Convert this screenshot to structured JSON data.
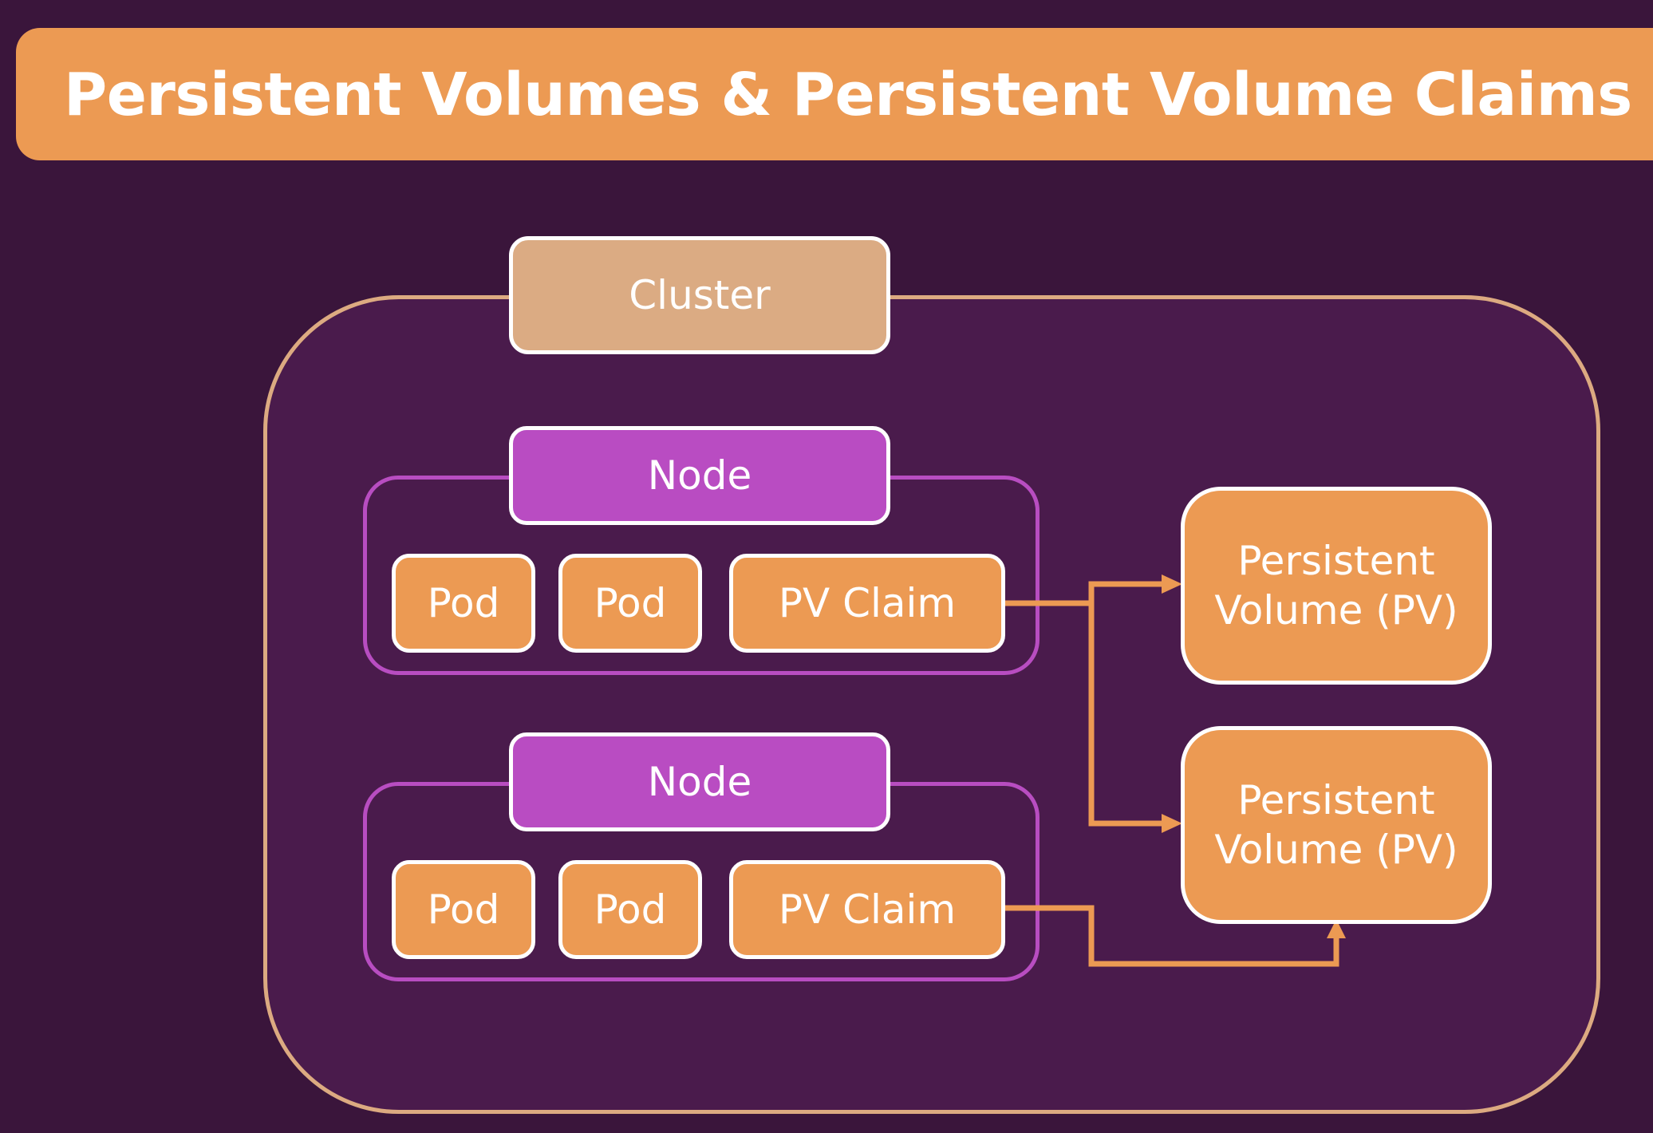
{
  "title": "Persistent Volumes & Persistent Volume Claims",
  "cluster": {
    "label": "Cluster"
  },
  "nodes": [
    {
      "label": "Node",
      "pods": [
        "Pod",
        "Pod"
      ],
      "claim": "PV Claim"
    },
    {
      "label": "Node",
      "pods": [
        "Pod",
        "Pod"
      ],
      "claim": "PV Claim"
    }
  ],
  "persistent_volumes": [
    {
      "line1": "Persistent",
      "line2": "Volume (PV)"
    },
    {
      "line1": "Persistent",
      "line2": "Volume (PV)"
    }
  ],
  "connections": [
    {
      "from": "node-1-pv-claim",
      "to": "persistent-volume-1"
    },
    {
      "from": "node-1-pv-claim",
      "to": "persistent-volume-2"
    },
    {
      "from": "node-2-pv-claim",
      "to": "persistent-volume-2"
    }
  ],
  "colors": {
    "background": "#3a153b",
    "cluster_fill": "#4a1b4c",
    "cluster_border": "#dcaa81",
    "cluster_label": "#dbab83",
    "node": "#b94cc2",
    "orange": "#ec9a53",
    "text": "#ffffff"
  }
}
